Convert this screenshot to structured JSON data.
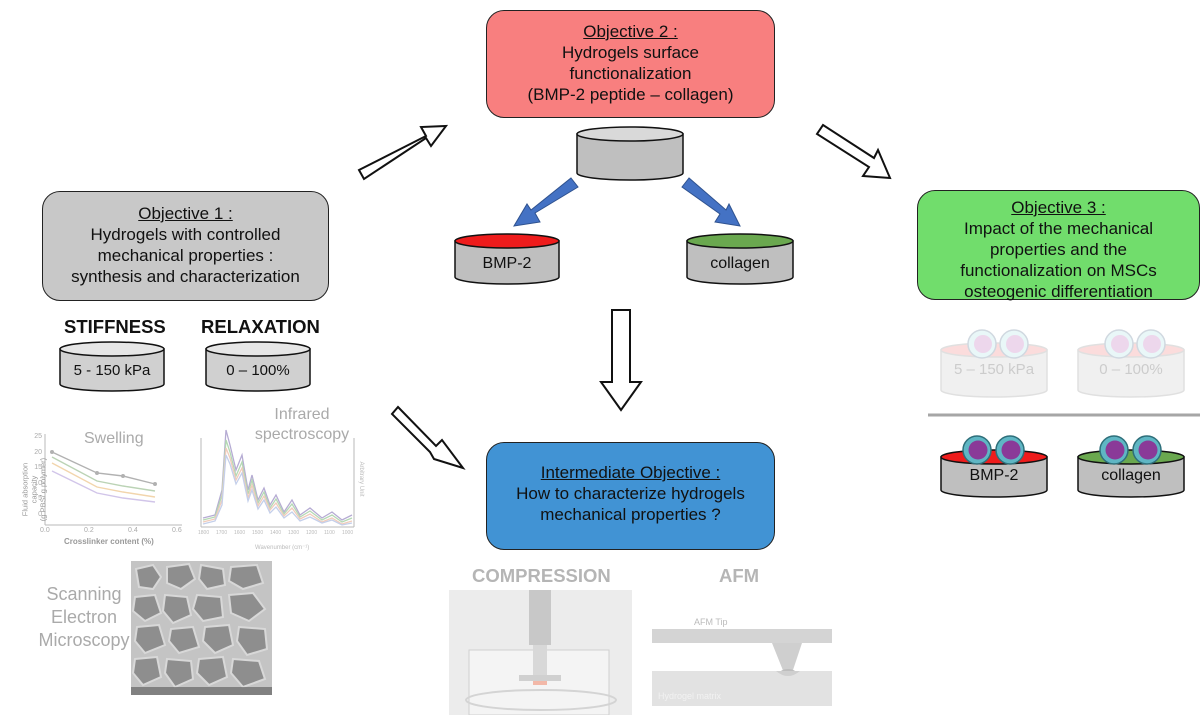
{
  "objective1": {
    "title": "Objective 1 :",
    "lines": [
      "Hydrogels with controlled",
      "mechanical properties :",
      "synthesis and characterization"
    ]
  },
  "objective2": {
    "title": "Objective 2 :",
    "lines": [
      "Hydrogels surface",
      "functionalization",
      "(BMP-2 peptide – collagen)"
    ]
  },
  "objective3": {
    "title": "Objective 3 :",
    "lines": [
      "Impact of the mechanical",
      "properties and the",
      "functionalization on MSCs",
      "osteogenic differentiation"
    ]
  },
  "intermediate": {
    "title": "Intermediate Objective :",
    "lines": [
      "How to characterize hydrogels",
      "mechanical properties ?"
    ]
  },
  "properties": {
    "stiffness_label": "STIFFNESS",
    "relaxation_label": "RELAXATION",
    "stiffness_range": "5 - 150 kPa",
    "relaxation_range": "0 – 100%"
  },
  "functionalization": {
    "bmp2": "BMP-2",
    "collagen": "collagen"
  },
  "cells": {
    "stiffness_range": "5 – 150 kPa",
    "relaxation_range": "0 – 100%",
    "bmp2": "BMP-2",
    "collagen": "collagen"
  },
  "techniques": {
    "swelling": "Swelling",
    "infrared": [
      "Infrared",
      "spectroscopy"
    ],
    "sem": [
      "Scanning",
      "Electron",
      "Microscopy"
    ],
    "compression": "COMPRESSION",
    "afm": "AFM"
  },
  "swelling_plot": {
    "ylabel": [
      "Fluid absorption capacity",
      "(g PBS/ g polymer)"
    ],
    "xlabel": "Crosslinker content (%)",
    "yticks": [
      "25",
      "20",
      "15",
      "10",
      "5",
      "0"
    ],
    "xticks": [
      "0.0",
      "0.2",
      "0.4",
      "0.6"
    ]
  },
  "infrared_plot": {
    "xlabel": "Wavenumber (cm⁻¹)",
    "ylabel": "Arbitrary Unit",
    "xticks": [
      "1800",
      "1700",
      "1600",
      "1500",
      "1400",
      "1300",
      "1200",
      "1100",
      "1000"
    ]
  },
  "afm_photo": {
    "tip_label": "AFM Tip",
    "matrix_label": "Hydrogel matrix"
  },
  "colors": {
    "objective1": "#c8c8c8",
    "objective2": "#f87f7f",
    "objective3": "#71dd6c",
    "intermediate": "#4193d4",
    "bmp2_top": "#ee1c1c",
    "collagen_top": "#6aa84f",
    "blue_arrow": "#4472c4"
  }
}
